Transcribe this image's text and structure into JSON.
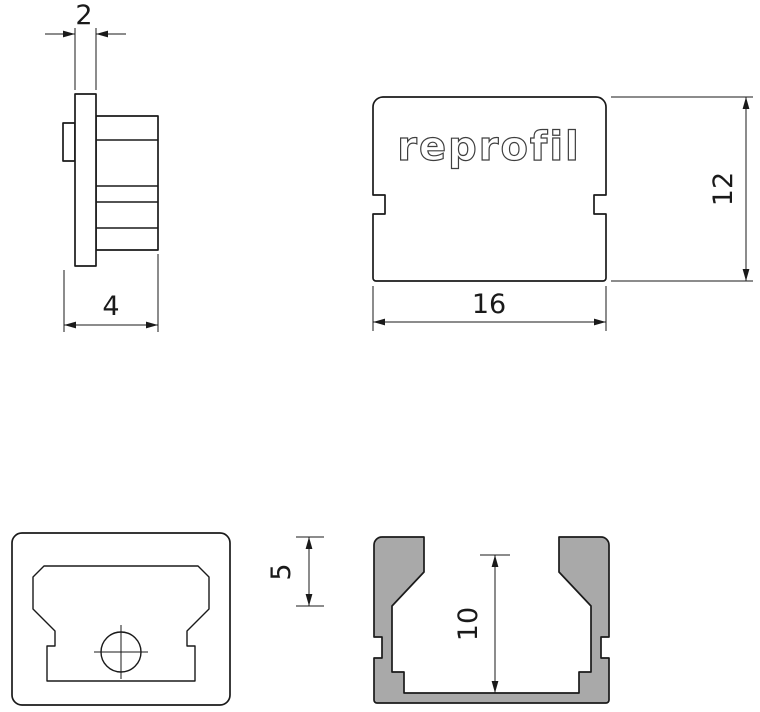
{
  "brand": {
    "logo_text": "reprofil"
  },
  "colors": {
    "line": "#1a1a1a",
    "gray": "#a9a9a9",
    "bg": "#ffffff",
    "logo": "#3f3f3f"
  },
  "views": {
    "side": {
      "dim_flange_width": "2",
      "dim_total_depth": "4"
    },
    "front": {
      "dim_width": "16",
      "dim_height": "12"
    },
    "section": {
      "dim_lip_depth": "5",
      "dim_inner_height": "10"
    }
  }
}
